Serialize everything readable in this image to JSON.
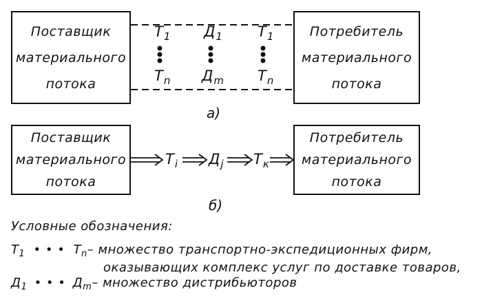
{
  "diagram_a": {
    "supplier": [
      "Поставщик",
      "материального",
      "потока"
    ],
    "consumer": [
      "Потребитель",
      "материального",
      "потока"
    ],
    "col1_top": {
      "base": "T",
      "sub": "1"
    },
    "col1_bottom": {
      "base": "T",
      "sub": "n"
    },
    "col2_top": {
      "base": "Д",
      "sub": "1"
    },
    "col2_bottom": {
      "base": "Д",
      "sub": "m"
    },
    "col3_top": {
      "base": "T",
      "sub": "1"
    },
    "col3_bottom": {
      "base": "T",
      "sub": "n"
    },
    "caption": "а)"
  },
  "diagram_b": {
    "supplier": [
      "Поставщик",
      "материального",
      "потока"
    ],
    "consumer": [
      "Потребитель",
      "материального",
      "потока"
    ],
    "chain": [
      {
        "base": "T",
        "sub": "i"
      },
      {
        "base": "Д",
        "sub": "j"
      },
      {
        "base": "T",
        "sub": "к"
      }
    ],
    "caption": "б)"
  },
  "legend": {
    "title": "Условные обозначения:",
    "line1": {
      "start": {
        "base": "T",
        "sub": "1"
      },
      "dots": "• • •",
      "end": {
        "base": "T",
        "sub": "n"
      },
      "text": "– множество транспортно-экспедиционных фирм,"
    },
    "line2": "оказывающих комплекс услуг по доставке товаров,",
    "line3": {
      "start": {
        "base": "Д",
        "sub": "1"
      },
      "dots": "• • •",
      "end": {
        "base": "Д",
        "sub": "m"
      },
      "text": "– множество дистрибьюторов"
    }
  }
}
